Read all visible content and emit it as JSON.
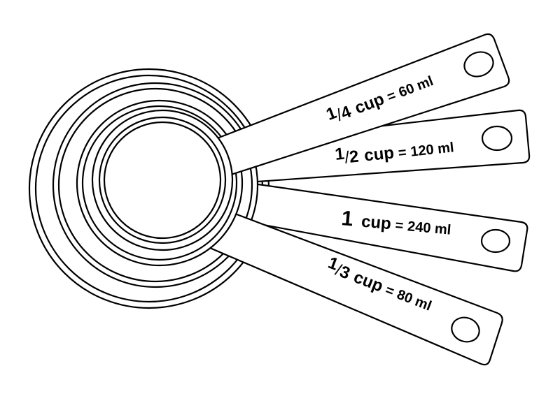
{
  "illustration": {
    "subject": "measuring cups",
    "colors": {
      "line": "#000000",
      "fill": "#ffffff"
    },
    "handles": [
      {
        "id": "quarter",
        "whole": "1",
        "denominator": "4",
        "unit": "cup",
        "equals": "=",
        "ml": "60 ml"
      },
      {
        "id": "half",
        "whole": "1",
        "denominator": "2",
        "unit": "cup",
        "equals": "=",
        "ml": "120 ml"
      },
      {
        "id": "one",
        "whole": "1",
        "denominator": "",
        "unit": "cup",
        "equals": "=",
        "ml": "240 ml"
      },
      {
        "id": "third",
        "whole": "1",
        "denominator": "3",
        "unit": "cup",
        "equals": "=",
        "ml": "80 ml"
      }
    ]
  }
}
